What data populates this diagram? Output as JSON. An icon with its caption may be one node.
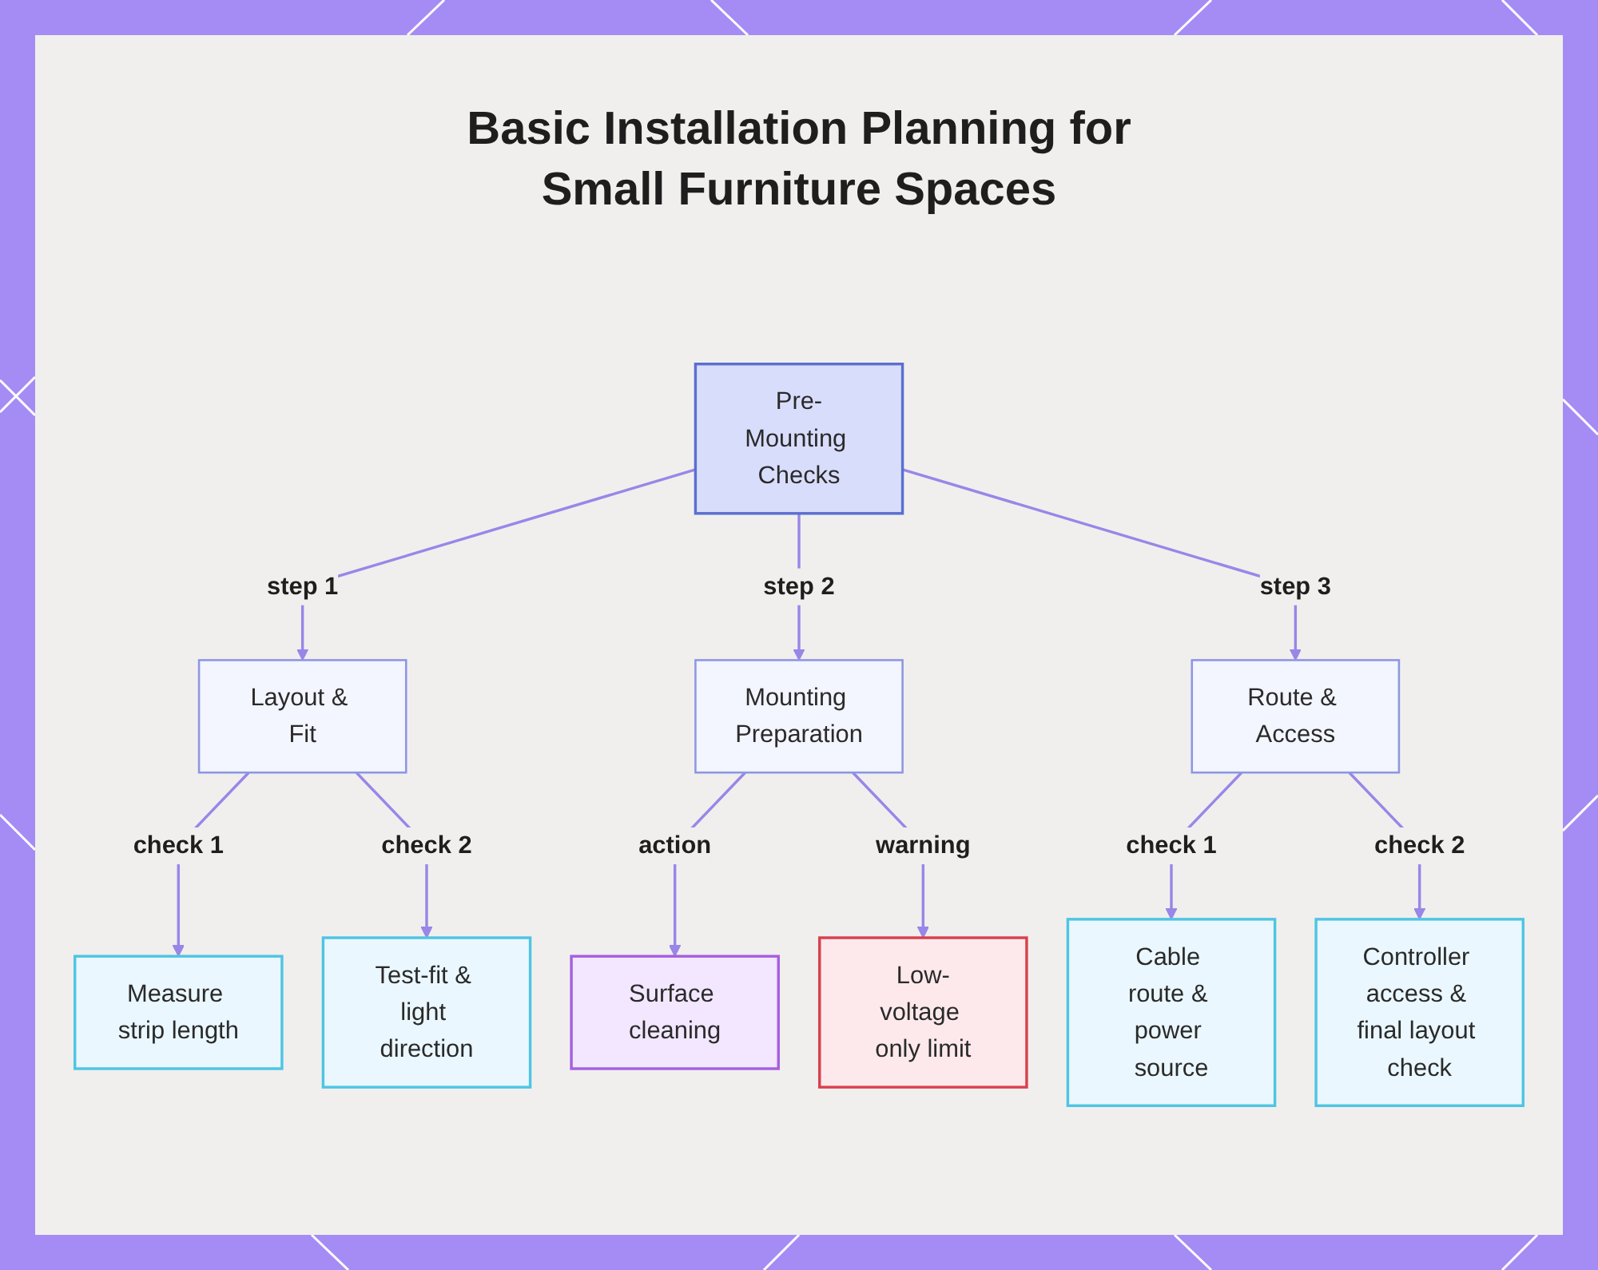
{
  "diagram": {
    "title": "Basic Installation Planning for Small Furniture Spaces",
    "nodes": [
      {
        "text": [
          "Pre-Mounting Checks"
        ]
      },
      {
        "text": [
          "Layout & Fit"
        ]
      },
      {
        "text": [
          "Mounting Preparation"
        ]
      },
      {
        "text": [
          "Route & Access"
        ]
      },
      {
        "text": [
          "Measure strip length"
        ]
      },
      {
        "text": [
          "Test-fit & light direction"
        ]
      },
      {
        "text": [
          "Surface cleaning"
        ]
      },
      {
        "text": [
          "Low-voltage only limit"
        ]
      },
      {
        "text": [
          "Cable route & power source"
        ]
      },
      {
        "text": [
          "Controller access & final layout check"
        ]
      }
    ],
    "edges": [
      {
        "from": 0,
        "to": 1,
        "arrow": "to",
        "label": "step 1"
      },
      {
        "from": 0,
        "to": 2,
        "arrow": "to",
        "label": "step 2"
      },
      {
        "from": 0,
        "to": 3,
        "arrow": "to",
        "label": "step 3"
      },
      {
        "from": 1,
        "to": 4,
        "arrow": "to",
        "label": "check 1"
      },
      {
        "from": 1,
        "to": 5,
        "arrow": "to",
        "label": "check 2"
      },
      {
        "from": 2,
        "to": 6,
        "arrow": "to",
        "label": "action"
      },
      {
        "from": 2,
        "to": 7,
        "arrow": "to",
        "label": "warning"
      },
      {
        "from": 3,
        "to": 8,
        "arrow": "to",
        "label": "check 1"
      },
      {
        "from": 3,
        "to": 9,
        "arrow": "to",
        "label": "check 2"
      }
    ]
  }
}
